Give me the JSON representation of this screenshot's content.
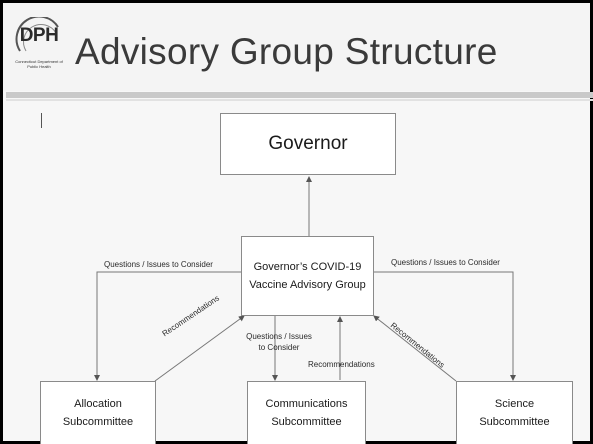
{
  "slide": {
    "title": "Advisory Group Structure",
    "logo": {
      "text": "DPH",
      "subtext": "Connecticut Department of Public Health"
    }
  },
  "diagram": {
    "nodes": {
      "governor": "Governor",
      "advisory_group": "Governor’s COVID-19\nVaccine Advisory Group",
      "allocation": "Allocation\nSubcommittee",
      "communications": "Communications\nSubcommittee",
      "science": "Science\nSubcommittee"
    },
    "labels": {
      "questions_left": "Questions / Issues to Consider",
      "questions_right": "Questions / Issues to Consider",
      "questions_center": "Questions / Issues\nto Consider",
      "recommendations_left": "Recommendations",
      "recommendations_center": "Recommendations",
      "recommendations_right": "Recommendations"
    }
  }
}
